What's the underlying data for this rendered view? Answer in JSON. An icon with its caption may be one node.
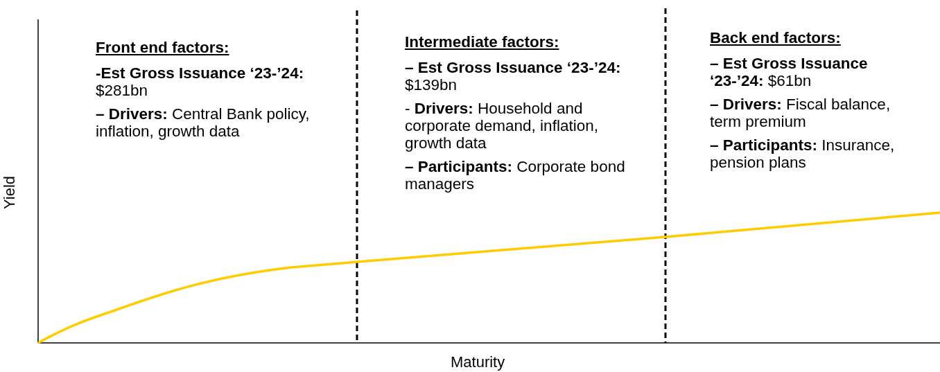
{
  "diagram": {
    "labels": [
      "Front end factors:",
      "**-Est Gross Issuance ‘23-’24:** $281bn",
      "**– Drivers:** Central Bank policy, inflation, growth data",
      "Intermediate factors:",
      "**– Est Gross Issuance ‘23-’24:** $139bn",
      "- **Drivers:** Household and corporate demand, inflation, growth data",
      "**– Participants:** Corporate bond managers",
      "Back end factors:",
      "**– Est Gross Issuance ‘23-’24:** $61bn",
      "**– Drivers:** Fiscal balance, term premium",
      "**– Participants:** Insurance, pension plans",
      "Yield",
      "Maturity"
    ]
  }
}
